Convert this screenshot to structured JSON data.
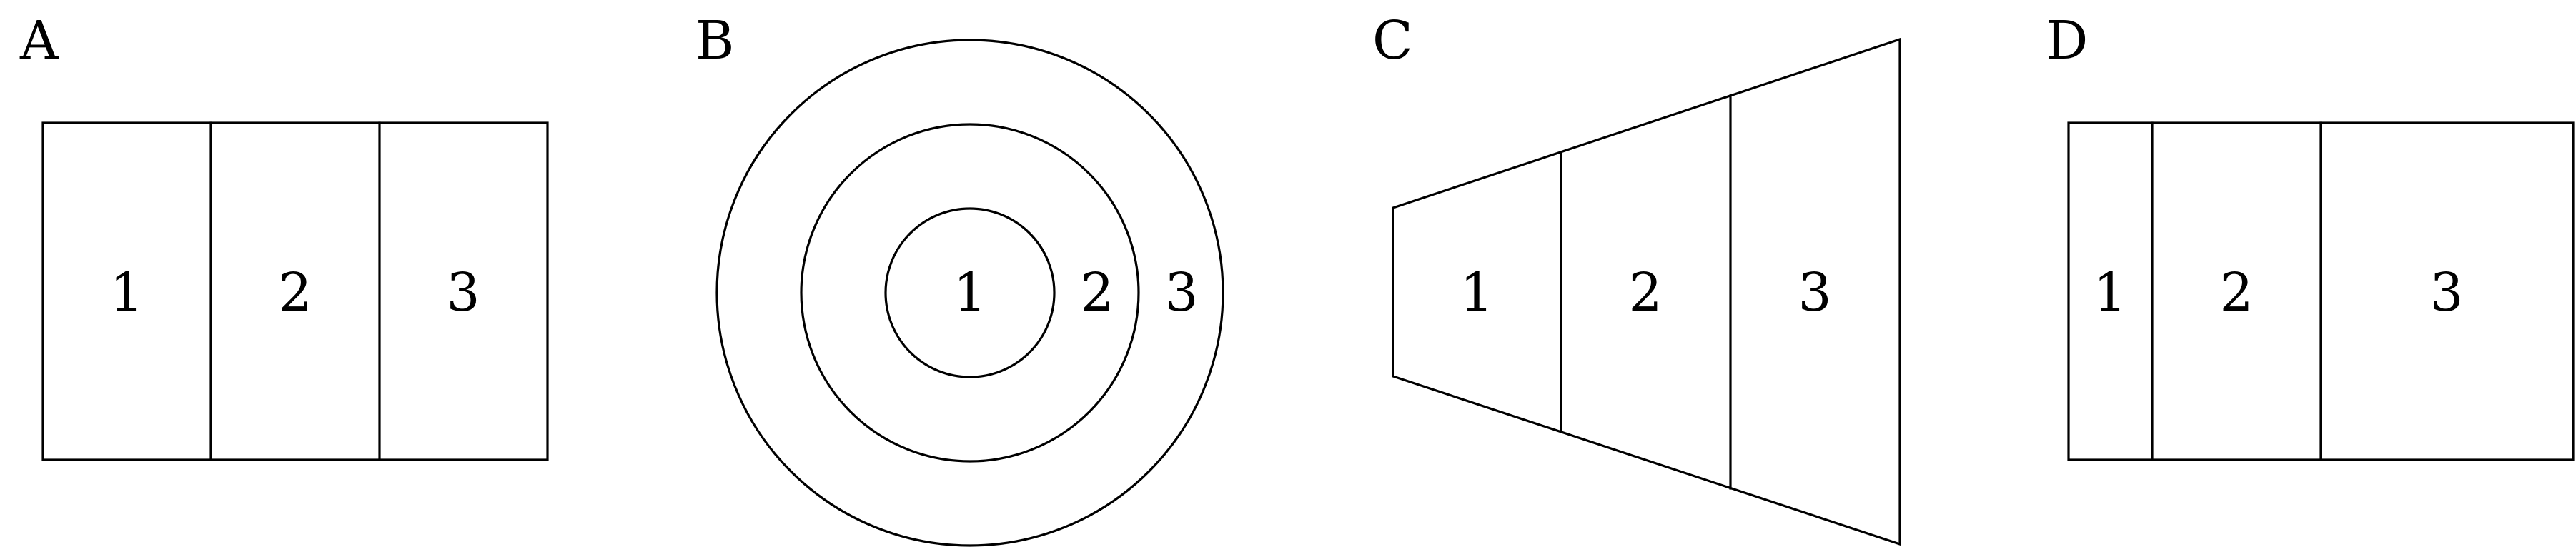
{
  "panels": [
    {
      "letter": "A",
      "shape": "rectangle",
      "region_widths": "equal",
      "regions": [
        "1",
        "2",
        "3"
      ]
    },
    {
      "letter": "B",
      "shape": "concentric circles",
      "region_widths": "equal",
      "regions": [
        "1",
        "2",
        "3"
      ]
    },
    {
      "letter": "C",
      "shape": "trapezoid widening to the right",
      "region_widths": "equal",
      "regions": [
        "1",
        "2",
        "3"
      ]
    },
    {
      "letter": "D",
      "shape": "rectangle",
      "region_widths": "increasing",
      "regions": [
        "1",
        "2",
        "3"
      ]
    }
  ]
}
